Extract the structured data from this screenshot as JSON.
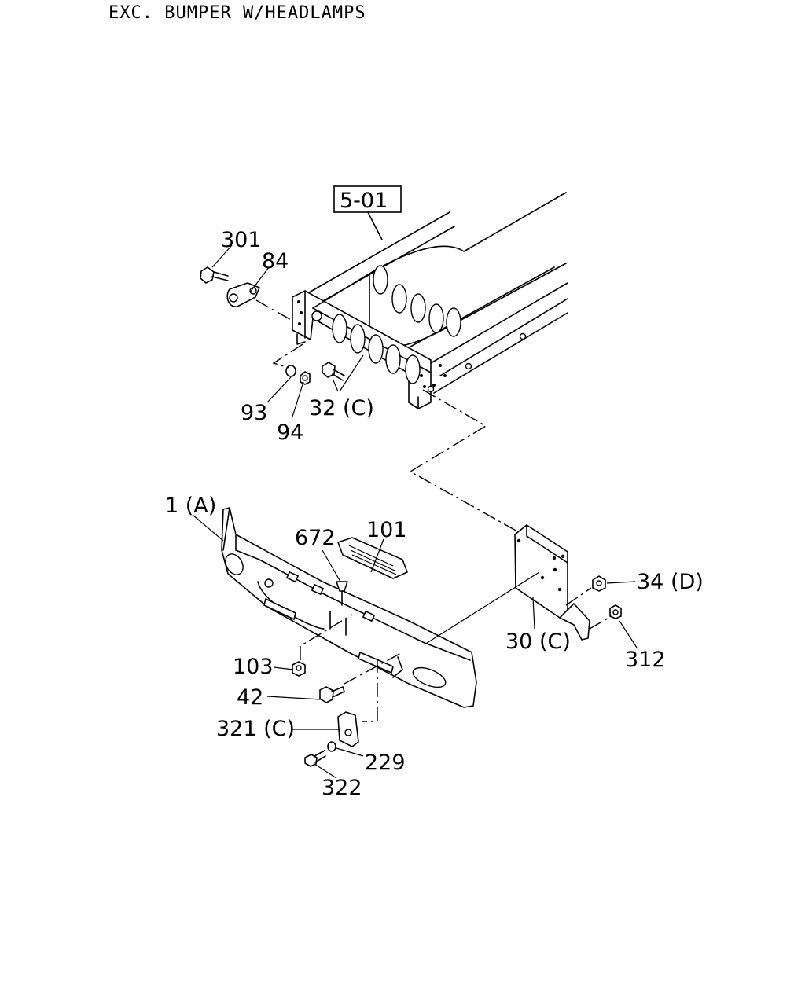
{
  "title": "EXC. BUMPER W/HEADLAMPS",
  "reference": "5-01",
  "callouts": {
    "c301": "301",
    "c84": "84",
    "c93": "93",
    "c94": "94",
    "c32c": "32 (C)",
    "c1a": "1 (A)",
    "c672": "672",
    "c101": "101",
    "c34d": "34 (D)",
    "c30c": "30 (C)",
    "c312": "312",
    "c103": "103",
    "c42": "42",
    "c321c": "321 (C)",
    "c229": "229",
    "c322": "322"
  }
}
